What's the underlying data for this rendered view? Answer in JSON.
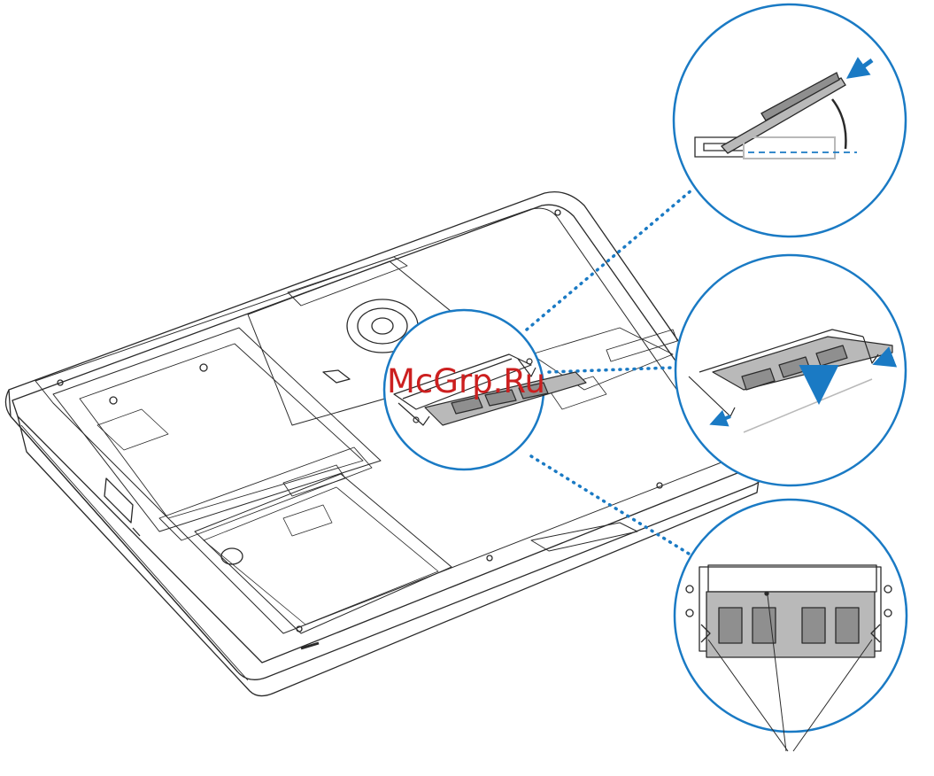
{
  "watermark": {
    "text": "McGrp.Ru"
  },
  "colors": {
    "line": "#2a2a2a",
    "accent": "#1a7ac4",
    "ram": "#b9b9b9",
    "chip": "#8f8f8f",
    "watermark": "#cc1f1f"
  },
  "callouts": [
    {
      "name": "ram-insertion-angle-detail"
    },
    {
      "name": "ram-press-down-detail"
    },
    {
      "name": "ram-installed-notches-detail"
    }
  ]
}
